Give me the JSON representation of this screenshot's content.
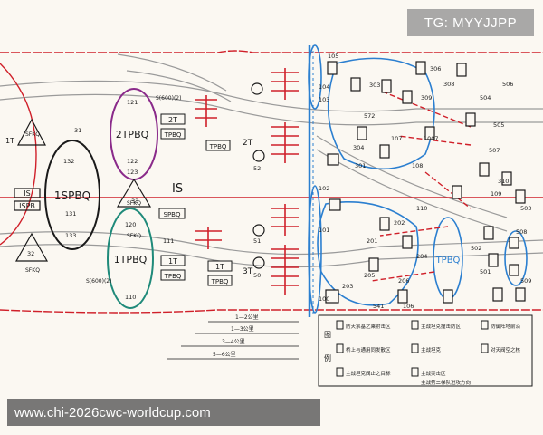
{
  "watermark": {
    "tag": "TG: MYYJJPP",
    "url": "www.chi-2026cwc-worldcup.com"
  },
  "colors": {
    "ink": "#1a1a1a",
    "red": "#d0202a",
    "blue": "#2b7fd0",
    "purple": "#8a2a8a",
    "green": "#1f8a7a",
    "paper": "#fbf8f2"
  },
  "units": {
    "spbq": "1SPBQ",
    "tpbq2": "2TPBQ",
    "tpbq1": "1TPBQ",
    "tpbq_right": "TPBQ",
    "is_big": "IS",
    "is_box": "IS",
    "spb_box": "ISPB",
    "t2_box_a": "2T",
    "tpbq_box_a": "TPBQ",
    "tpbq_box_b": "TPBQ",
    "spbq_box": "SPBQ",
    "t1_box_a": "1T",
    "tpbq_box_c": "TPBQ",
    "t1_box_b": "1T",
    "tpbq_box_d": "TPBQ",
    "t2_label": "2T",
    "t3_label": "3T",
    "t1_left": "1T",
    "sfkq_a": "SFKQ",
    "sfkq_b": "SFKQ",
    "sfkq_c": "SFKQ",
    "sfkq_d": "SFKQ",
    "s1_label": "S(600)(2)",
    "s_top_label": "S(600)(2)"
  },
  "numbers": {
    "n1": "105",
    "n2": "104",
    "n3": "103",
    "n4": "102",
    "n5": "101",
    "n6": "303",
    "n7": "306",
    "n8": "308",
    "n9": "309",
    "n10": "304",
    "n11": "572",
    "n12": "107",
    "n13": "301",
    "n14": "108",
    "n15": "1007",
    "n16": "504",
    "n17": "506",
    "n18": "505",
    "n19": "507",
    "n20": "310",
    "n21": "109",
    "n22": "503",
    "n23": "110",
    "n24": "202",
    "n25": "201",
    "n26": "204",
    "n27": "206",
    "n28": "205",
    "n29": "502",
    "n30": "501",
    "n31": "508",
    "n32": "509",
    "n33": "100",
    "n34": "106",
    "n35": "203",
    "n36": "541",
    "n37": "31",
    "n38": "32",
    "n39": "33",
    "n40": "132",
    "n41": "131",
    "n42": "133",
    "n43": "121",
    "n44": "122",
    "n45": "123",
    "n46": "120",
    "n47": "110",
    "n48": "52",
    "n49": "51",
    "n50": "50",
    "n51": "111"
  },
  "legend": {
    "head": "图",
    "sub": "例",
    "items": [
      "防天泵基之乘射击区",
      "主战坦克撞击防区",
      "防御阵地前沿",
      "桥上与通用同发散区",
      "主战坦克",
      "对天阀空之核",
      "主战坦克阀止之目标",
      "主战突击区",
      "主战第二梯队进攻方向"
    ]
  },
  "scale_bars": [
    "1—2公里",
    "1—3公里",
    "3—4公里",
    "5—6公里"
  ]
}
